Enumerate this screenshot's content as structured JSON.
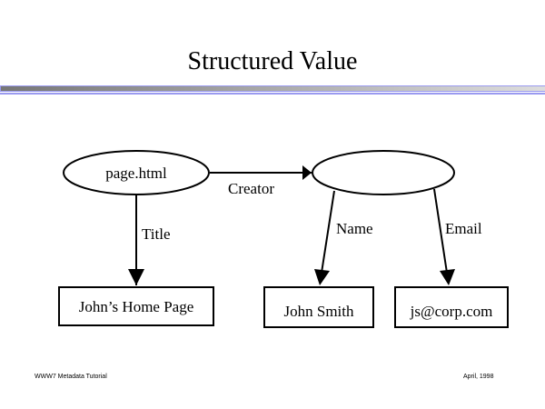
{
  "title": "Structured Value",
  "nodes": {
    "page": "page.html",
    "anon": "",
    "home": "John’s Home Page",
    "name": "John Smith",
    "email": "js@corp.com"
  },
  "edges": {
    "creator": "Creator",
    "title": "Title",
    "name": "Name",
    "email": "Email"
  },
  "footer": {
    "left": "WWW7 Metadata Tutorial",
    "right": "April, 1998"
  },
  "colors": {
    "rule": "#9a9af0"
  }
}
